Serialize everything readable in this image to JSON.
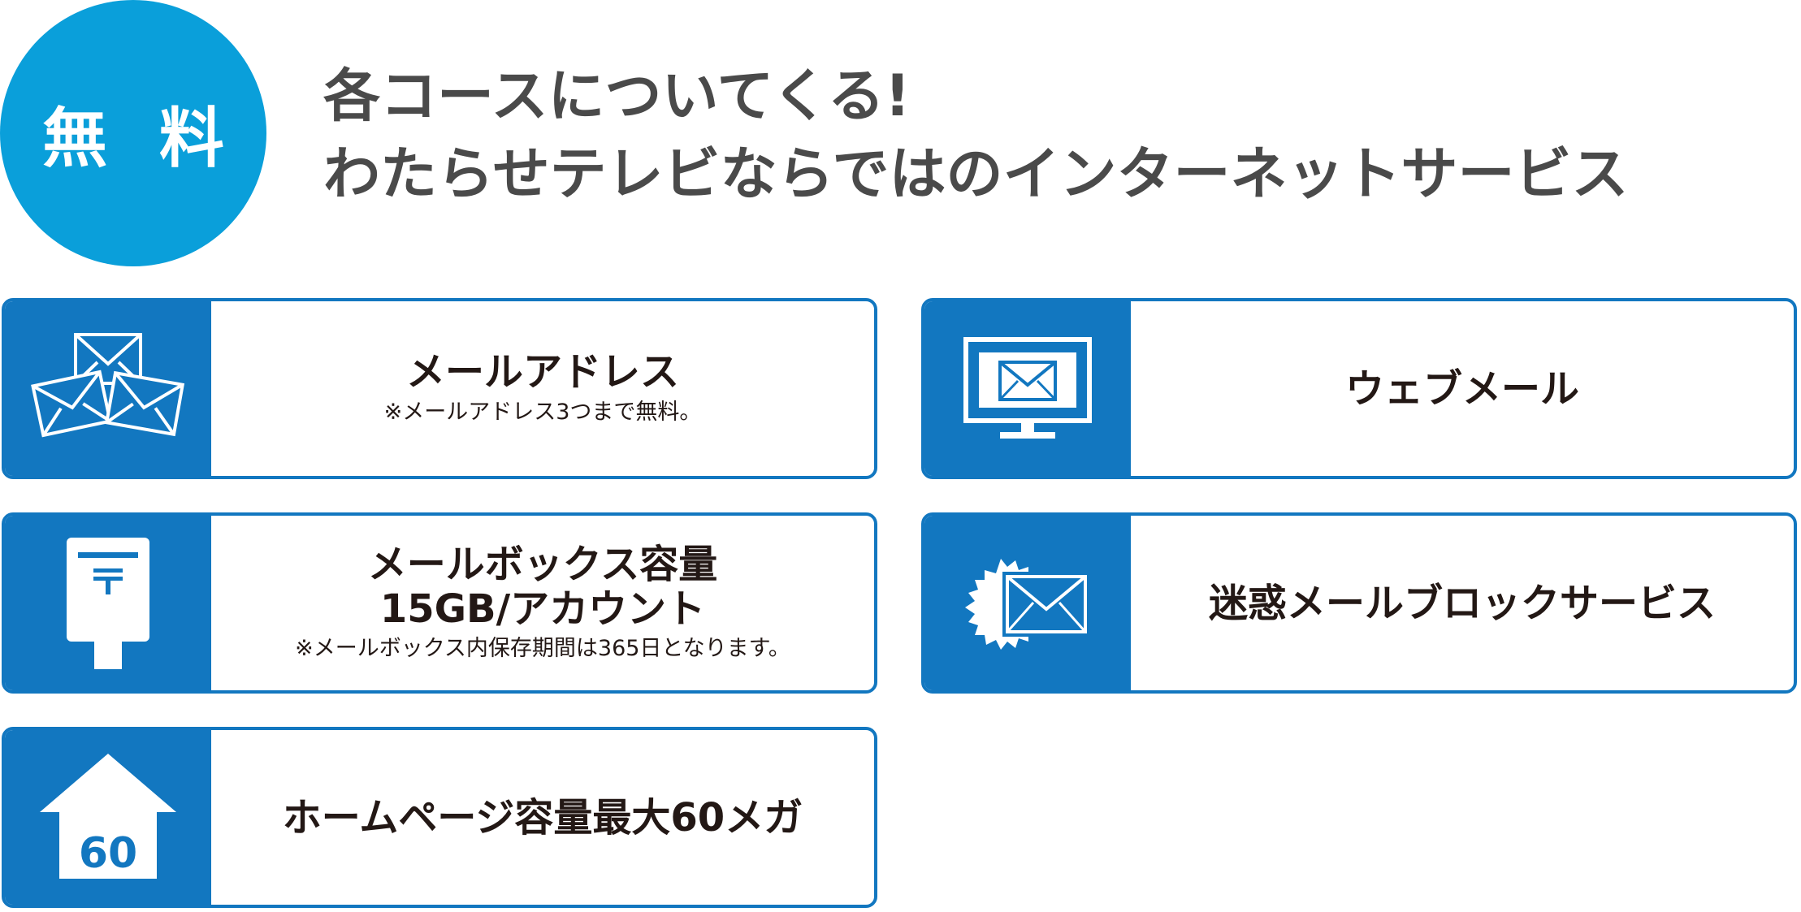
{
  "badge": {
    "label": "無 料",
    "color": "#0a9fda"
  },
  "headline": {
    "line1": "各コースについてくる!",
    "line2": "わたらせテレビならではのインターネットサービス"
  },
  "accent_color": "#1277c0",
  "services": {
    "mail_address": {
      "icon": "envelopes-icon",
      "title": "メールアドレス",
      "note": "※メールアドレス3つまで無料。"
    },
    "webmail": {
      "icon": "monitor-mail-icon",
      "title": "ウェブメール"
    },
    "mailbox": {
      "icon": "postbox-icon",
      "title": "メールボックス容量",
      "subtitle": "15GB/アカウント",
      "note": "※メールボックス内保存期間は365日となります。"
    },
    "spam_block": {
      "icon": "spam-block-mail-icon",
      "title": "迷惑メールブロックサービス"
    },
    "homepage": {
      "icon": "house-icon",
      "icon_label": "60",
      "title": "ホームページ容量最大60メガ"
    }
  }
}
